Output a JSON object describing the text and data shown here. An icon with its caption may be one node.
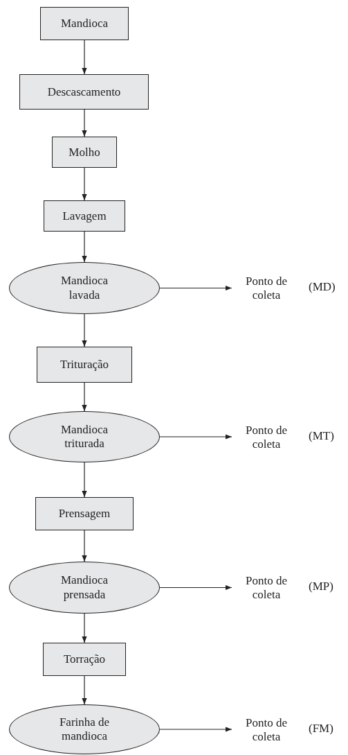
{
  "diagram": {
    "nodes": [
      {
        "text": [
          "Mandioca"
        ]
      },
      {
        "text": [
          "Descascamento"
        ]
      },
      {
        "text": [
          "Molho"
        ]
      },
      {
        "text": [
          "Lavagem"
        ]
      },
      {
        "text": [
          "Mandioca lavada"
        ]
      },
      {
        "text": [
          "Ponto de coleta"
        ],
        "beside": [
          "(MD)"
        ]
      },
      {
        "text": [
          "Trituração"
        ]
      },
      {
        "text": [
          "Mandioca triturada"
        ]
      },
      {
        "text": [
          "Ponto de coleta"
        ],
        "beside": [
          "(MT)"
        ]
      },
      {
        "text": [
          "Prensagem"
        ]
      },
      {
        "text": [
          "Mandioca prensada"
        ]
      },
      {
        "text": [
          "Ponto de coleta"
        ],
        "beside": [
          "(MP)"
        ]
      },
      {
        "text": [
          "Torração"
        ]
      },
      {
        "text": [
          "Farinha de mandioca"
        ]
      },
      {
        "text": [
          "Ponto de coleta"
        ],
        "beside": [
          "(FM)"
        ]
      }
    ],
    "edges": [
      {
        "from": 0,
        "to": 1,
        "arrow": "to"
      },
      {
        "from": 1,
        "to": 2,
        "arrow": "to"
      },
      {
        "from": 2,
        "to": 3,
        "arrow": "to"
      },
      {
        "from": 3,
        "to": 4,
        "arrow": "to"
      },
      {
        "from": 4,
        "to": 5,
        "arrow": "to"
      },
      {
        "from": 4,
        "to": 6,
        "arrow": "to"
      },
      {
        "from": 6,
        "to": 7,
        "arrow": "to"
      },
      {
        "from": 7,
        "to": 8,
        "arrow": "to"
      },
      {
        "from": 7,
        "to": 9,
        "arrow": "to"
      },
      {
        "from": 9,
        "to": 10,
        "arrow": "to"
      },
      {
        "from": 10,
        "to": 11,
        "arrow": "to"
      },
      {
        "from": 10,
        "to": 12,
        "arrow": "to"
      },
      {
        "from": 12,
        "to": 13,
        "arrow": "to"
      },
      {
        "from": 13,
        "to": 14,
        "arrow": "to"
      }
    ]
  }
}
